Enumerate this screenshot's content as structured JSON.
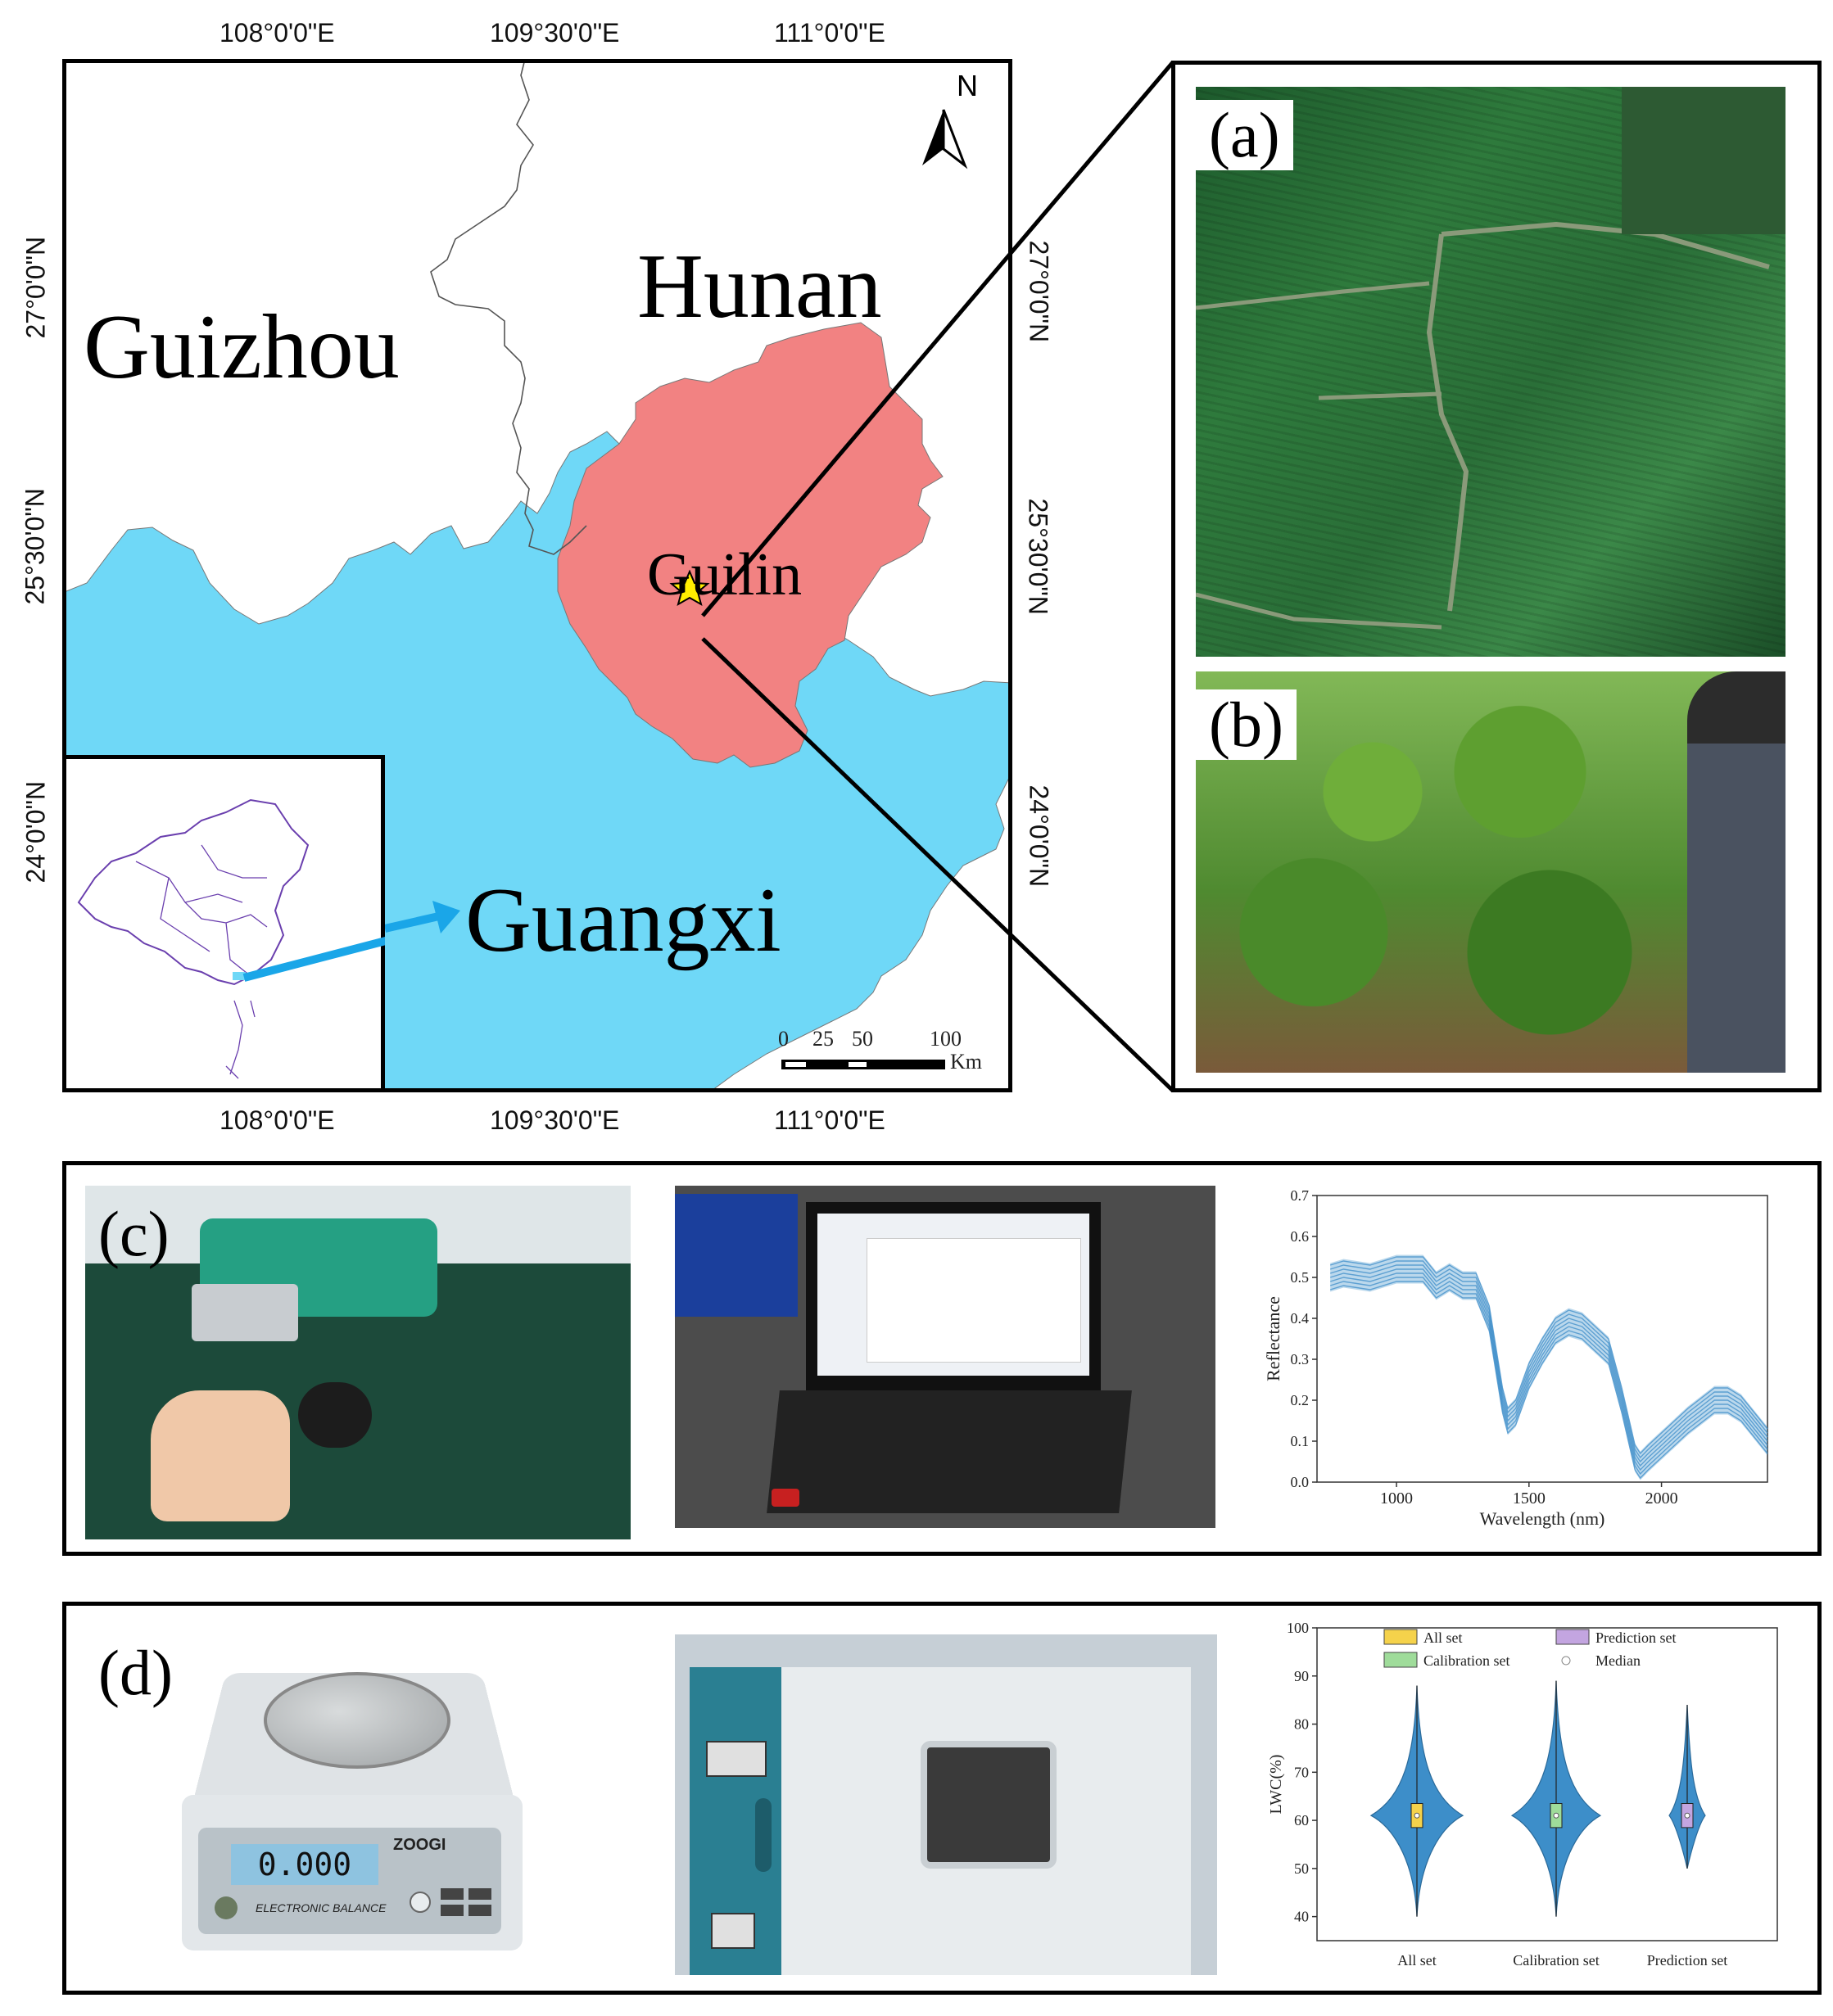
{
  "map": {
    "top_lon_labels": [
      "108°0'0\"E",
      "109°30'0\"E",
      "111°0'0\"E"
    ],
    "bottom_lon_labels": [
      "108°0'0\"E",
      "109°30'0\"E",
      "111°0'0\"E"
    ],
    "lat_labels": [
      "27°0'0\"N",
      "25°30'0\"N",
      "24°0'0\"N"
    ],
    "regions": {
      "guizhou": "Guizhou",
      "hunan": "Hunan",
      "guilin": "Guilin",
      "guangxi": "Guangxi"
    },
    "north": "N",
    "scale": {
      "ticks": [
        "0",
        "25",
        "50",
        "100"
      ],
      "unit": "Km"
    },
    "colors": {
      "guangxi": "#6fd8f7",
      "guilin": "#f28282",
      "star": "#ffee00",
      "arrow": "#1aa6e8",
      "inset_outline": "#6a3fae"
    }
  },
  "panels": {
    "a": "(a)",
    "b": "(b)",
    "c": "(c)",
    "d": "(d)"
  },
  "balance": {
    "brand": "ZOOGI",
    "display": "0.000",
    "label": "ELECTRONIC BALANCE"
  },
  "chart_data": [
    {
      "type": "line",
      "xlabel": "Wavelength (nm)",
      "ylabel": "Reflectance",
      "xlim": [
        700,
        2400
      ],
      "ylim": [
        0.0,
        0.7
      ],
      "xticks": [
        1000,
        1500,
        2000
      ],
      "yticks": [
        0.0,
        0.1,
        0.2,
        0.3,
        0.4,
        0.5,
        0.6,
        0.7
      ],
      "ytick_labels": [
        "0.0",
        "0.1",
        "0.2",
        "0.3",
        "0.4",
        "0.5",
        "0.6",
        "0.7"
      ],
      "series_color": "#3d8ec9",
      "x": [
        750,
        800,
        900,
        1000,
        1100,
        1150,
        1200,
        1250,
        1300,
        1350,
        1400,
        1420,
        1450,
        1500,
        1550,
        1600,
        1650,
        1700,
        1750,
        1800,
        1850,
        1900,
        1920,
        1950,
        2000,
        2100,
        2200,
        2250,
        2300,
        2350,
        2400
      ],
      "values": [
        0.5,
        0.51,
        0.5,
        0.52,
        0.52,
        0.48,
        0.5,
        0.48,
        0.48,
        0.4,
        0.2,
        0.15,
        0.17,
        0.26,
        0.32,
        0.37,
        0.39,
        0.38,
        0.35,
        0.32,
        0.2,
        0.06,
        0.04,
        0.06,
        0.09,
        0.15,
        0.2,
        0.2,
        0.18,
        0.14,
        0.1
      ],
      "spread": 0.035
    },
    {
      "type": "violin",
      "ylabel": "LWC(%)",
      "ylim": [
        35,
        100
      ],
      "yticks": [
        40,
        50,
        60,
        70,
        80,
        90,
        100
      ],
      "ytick_labels": [
        "40",
        "50",
        "60",
        "70",
        "80",
        "90",
        "100"
      ],
      "categories": [
        "All set",
        "Calibration set",
        "Prediction set"
      ],
      "medians": [
        61,
        61,
        61
      ],
      "mins": [
        40,
        40,
        50
      ],
      "maxs": [
        88,
        89,
        84
      ],
      "legend": [
        "All set",
        "Prediction set",
        "Calibration set",
        "Median"
      ],
      "legend_colors": [
        "#f5d24b",
        "#c3a5e0",
        "#9fdc9a",
        "#ffffff"
      ],
      "violin_color": "#3d8ec9"
    }
  ]
}
